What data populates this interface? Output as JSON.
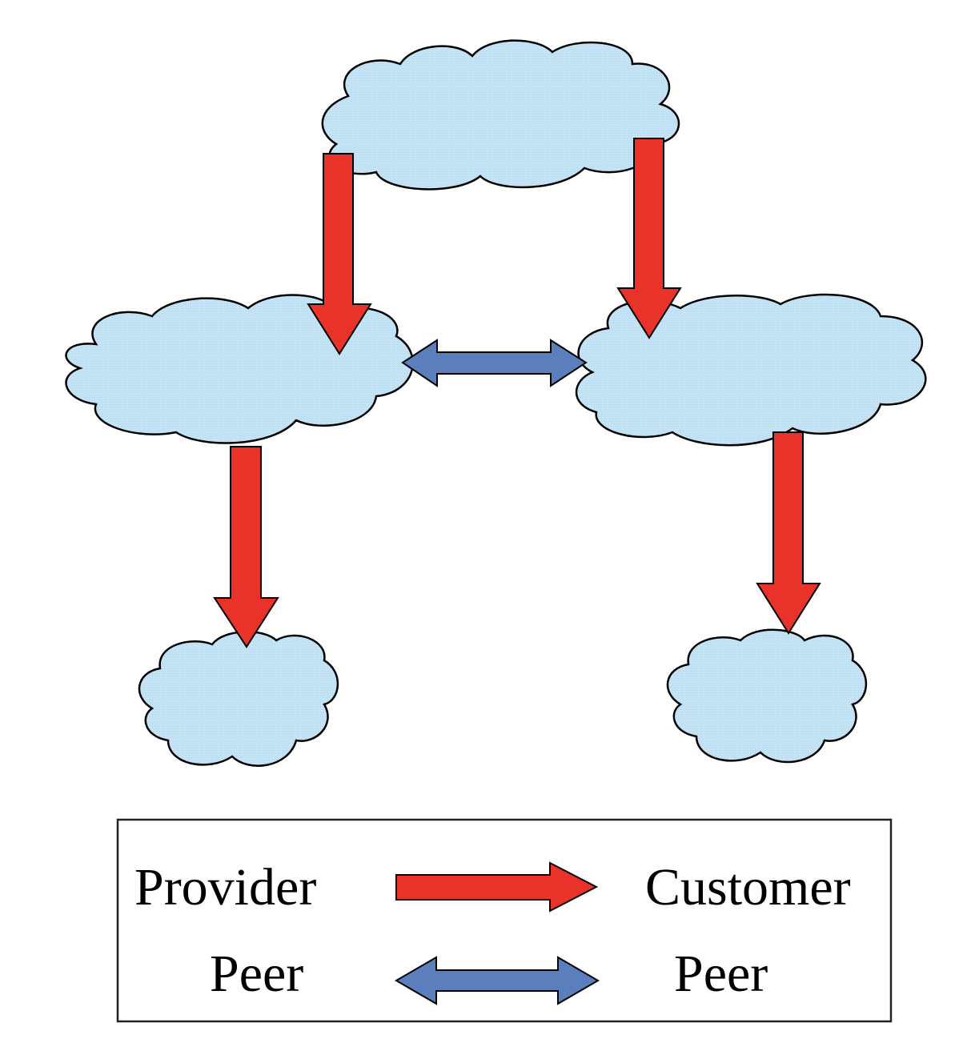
{
  "colors": {
    "cloud_fill": "#c4e4f5",
    "cloud_stroke": "#000000",
    "provider_arrow": "#e8322a",
    "peer_arrow": "#5b7fbc",
    "legend_border": "#222222"
  },
  "nodes": [
    {
      "id": "top",
      "shape": "cloud"
    },
    {
      "id": "mid-left",
      "shape": "cloud"
    },
    {
      "id": "mid-right",
      "shape": "cloud"
    },
    {
      "id": "bottom-left",
      "shape": "cloud"
    },
    {
      "id": "bottom-right",
      "shape": "cloud"
    }
  ],
  "edges": [
    {
      "from": "top",
      "to": "mid-left",
      "type": "provider-customer"
    },
    {
      "from": "top",
      "to": "mid-right",
      "type": "provider-customer"
    },
    {
      "from": "mid-left",
      "to": "bottom-left",
      "type": "provider-customer"
    },
    {
      "from": "mid-right",
      "to": "bottom-right",
      "type": "provider-customer"
    },
    {
      "from": "mid-left",
      "to": "mid-right",
      "type": "peer-peer"
    }
  ],
  "legend": {
    "provider_label": "Provider",
    "customer_label": "Customer",
    "peer_left_label": "Peer",
    "peer_right_label": "Peer"
  }
}
